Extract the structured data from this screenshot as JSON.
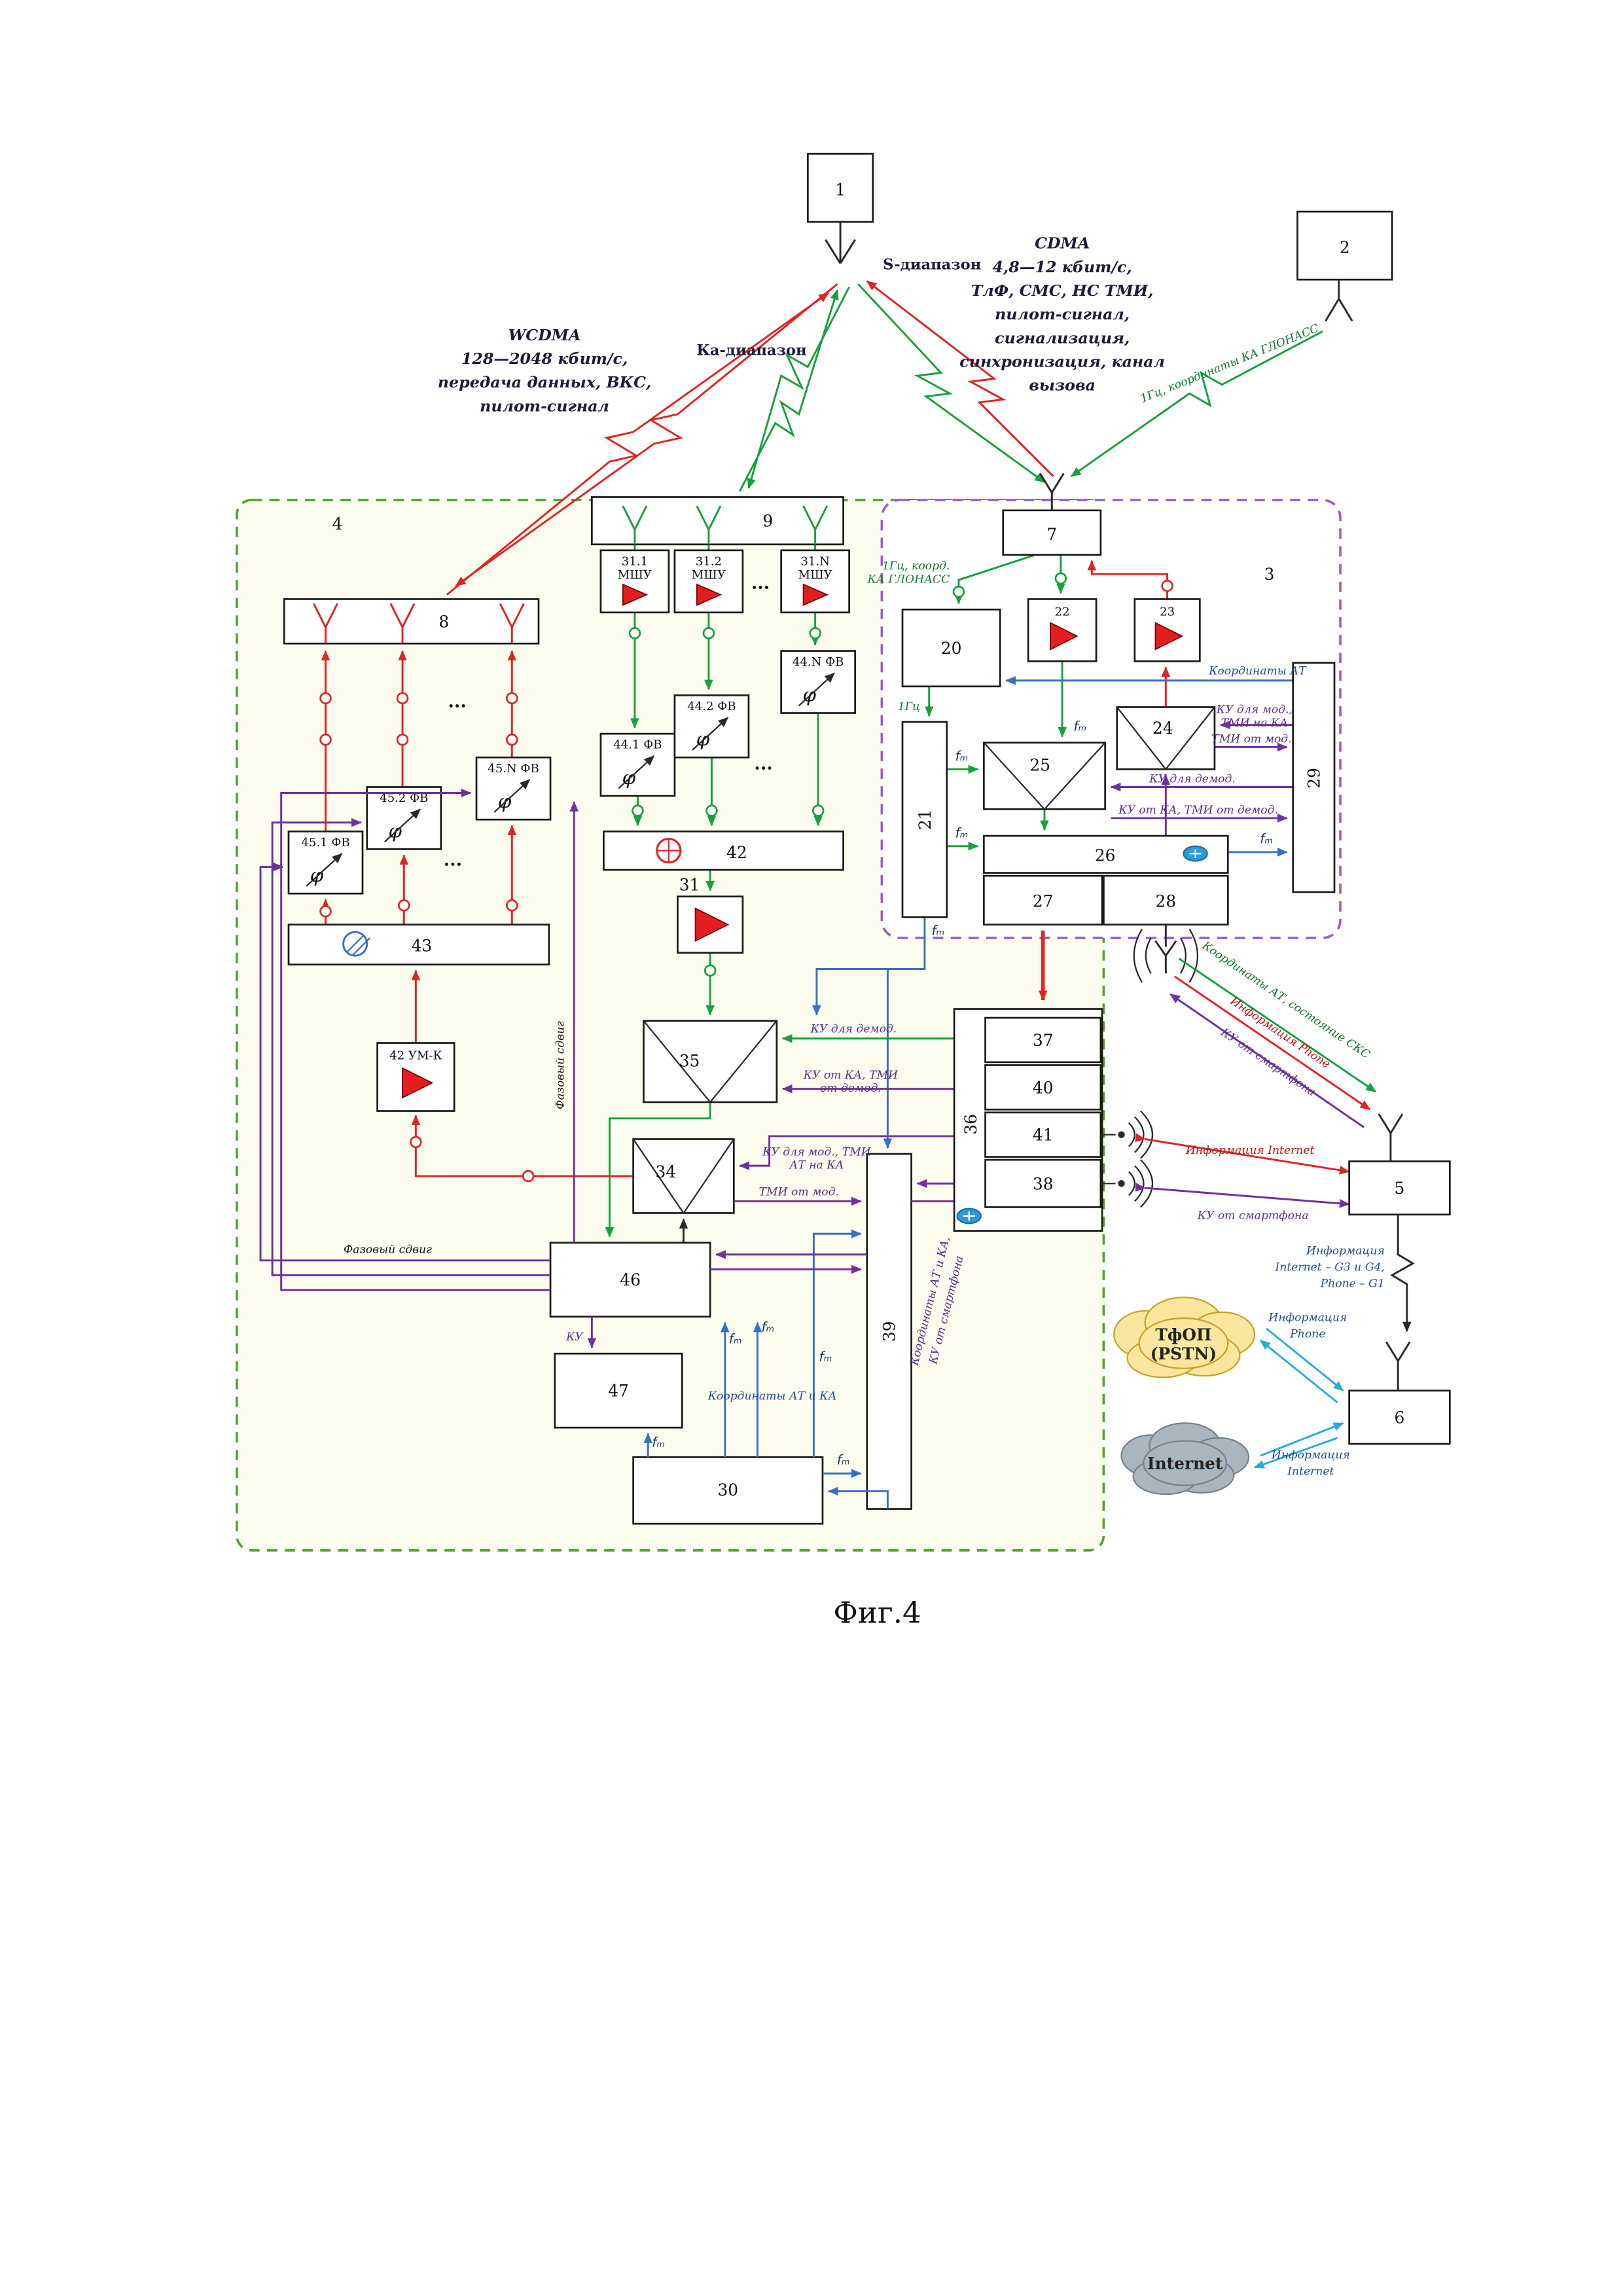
{
  "palette": {
    "line_red": "#e02424",
    "line_green": "#18a03c",
    "line_blue": "#3a6fc4",
    "line_purple": "#7030a0",
    "line_cyan": "#29abe2",
    "region4_border": "#4fa32e",
    "region3_border": "#9a5fc0",
    "amp_triangle": "#e41e20",
    "cloud_pstn": "#f9e7a0",
    "cloud_internet": "#aab6bf"
  },
  "t": {
    "n1": "1",
    "n2": "2",
    "n3": "3",
    "n4": "4",
    "n5": "5",
    "n6": "6",
    "n7": "7",
    "n8": "8",
    "n9": "9",
    "n20": "20",
    "n21": "21",
    "n22": "22",
    "n23": "23",
    "n24": "24",
    "n25": "25",
    "n26": "26",
    "n27": "27",
    "n28": "28",
    "n29": "29",
    "n30": "30",
    "n31": "31",
    "n34": "34",
    "n35": "35",
    "n36": "36",
    "n37": "37",
    "n38": "38",
    "n39": "39",
    "n40": "40",
    "n41": "41",
    "n42": "42",
    "n43": "43",
    "n46": "46",
    "n47": "47",
    "m311": "31.1",
    "m312": "31.2",
    "m31n": "31.N",
    "mshu": "МШУ",
    "f441": "44.1 ФВ",
    "f442": "44.2 ФВ",
    "f44n": "44.N ФВ",
    "f451": "45.1 ФВ",
    "f452": "45.2 ФВ",
    "f45n": "45.N ФВ",
    "umk": "42 УМ-К",
    "phi": "φ",
    "dots": "...",
    "wcdma1": "WCDMA",
    "wcdma2": "128—2048 кбит/с,",
    "wcdma3": "передача данных, ВКС,",
    "wcdma4": "пилот-сигнал",
    "ka": "Ка-диапазон",
    "s": "S-диапазон",
    "cdma1": "CDMA",
    "cdma2": "4,8—12 кбит/с,",
    "cdma3": "ТлФ, СМС, НС ТМИ,",
    "cdma4": "пилот-сигнал,",
    "cdma5": "сигнализация,",
    "cdma6": "синхронизация, канал",
    "cdma7": "вызова",
    "glonass": "1Гц, координаты КА ГЛОНАСС",
    "kg1": "1Гц, коорд.",
    "kg2": "КА ГЛОНАСС",
    "hz": "1Гц",
    "fm": "fₘ",
    "koordAT": "Координаты АТ",
    "kumod1": "КУ для мод.,",
    "kumod2": "ТМИ на КА",
    "tmimod": "ТМИ от мод.",
    "kudemod": "КУ для демод.",
    "kuotka": "КУ от КА, ТМИ от демод.",
    "kuotka1": "КУ от КА, ТМИ",
    "kuotka2": "от демод.",
    "ku34a": "КУ для мод., ТМИ",
    "ku34b": "АТ на КА",
    "ks1": "Координаты АТ и КА,",
    "ks2": "КУ от смартфона",
    "koordatka": "Координаты АТ и КА",
    "ku": "КУ",
    "phase": "Фазовый сдвиг",
    "infoInet": "Информация Internet",
    "kusmart": "КУ от смартфона",
    "infoPhone": "Информация Phone",
    "sks": "Координаты АТ, состояние СКС",
    "g1": "Информация",
    "g2": "Internet – G3 и G4,",
    "g3": "Phone – G1",
    "tfop1": "ТфОП",
    "tfop2": "(PSTN)",
    "inet": "Internet",
    "ip1": "Информация",
    "ip2": "Phone",
    "ii1": "Информация",
    "ii2": "Internet",
    "fig": "Фиг.4"
  }
}
